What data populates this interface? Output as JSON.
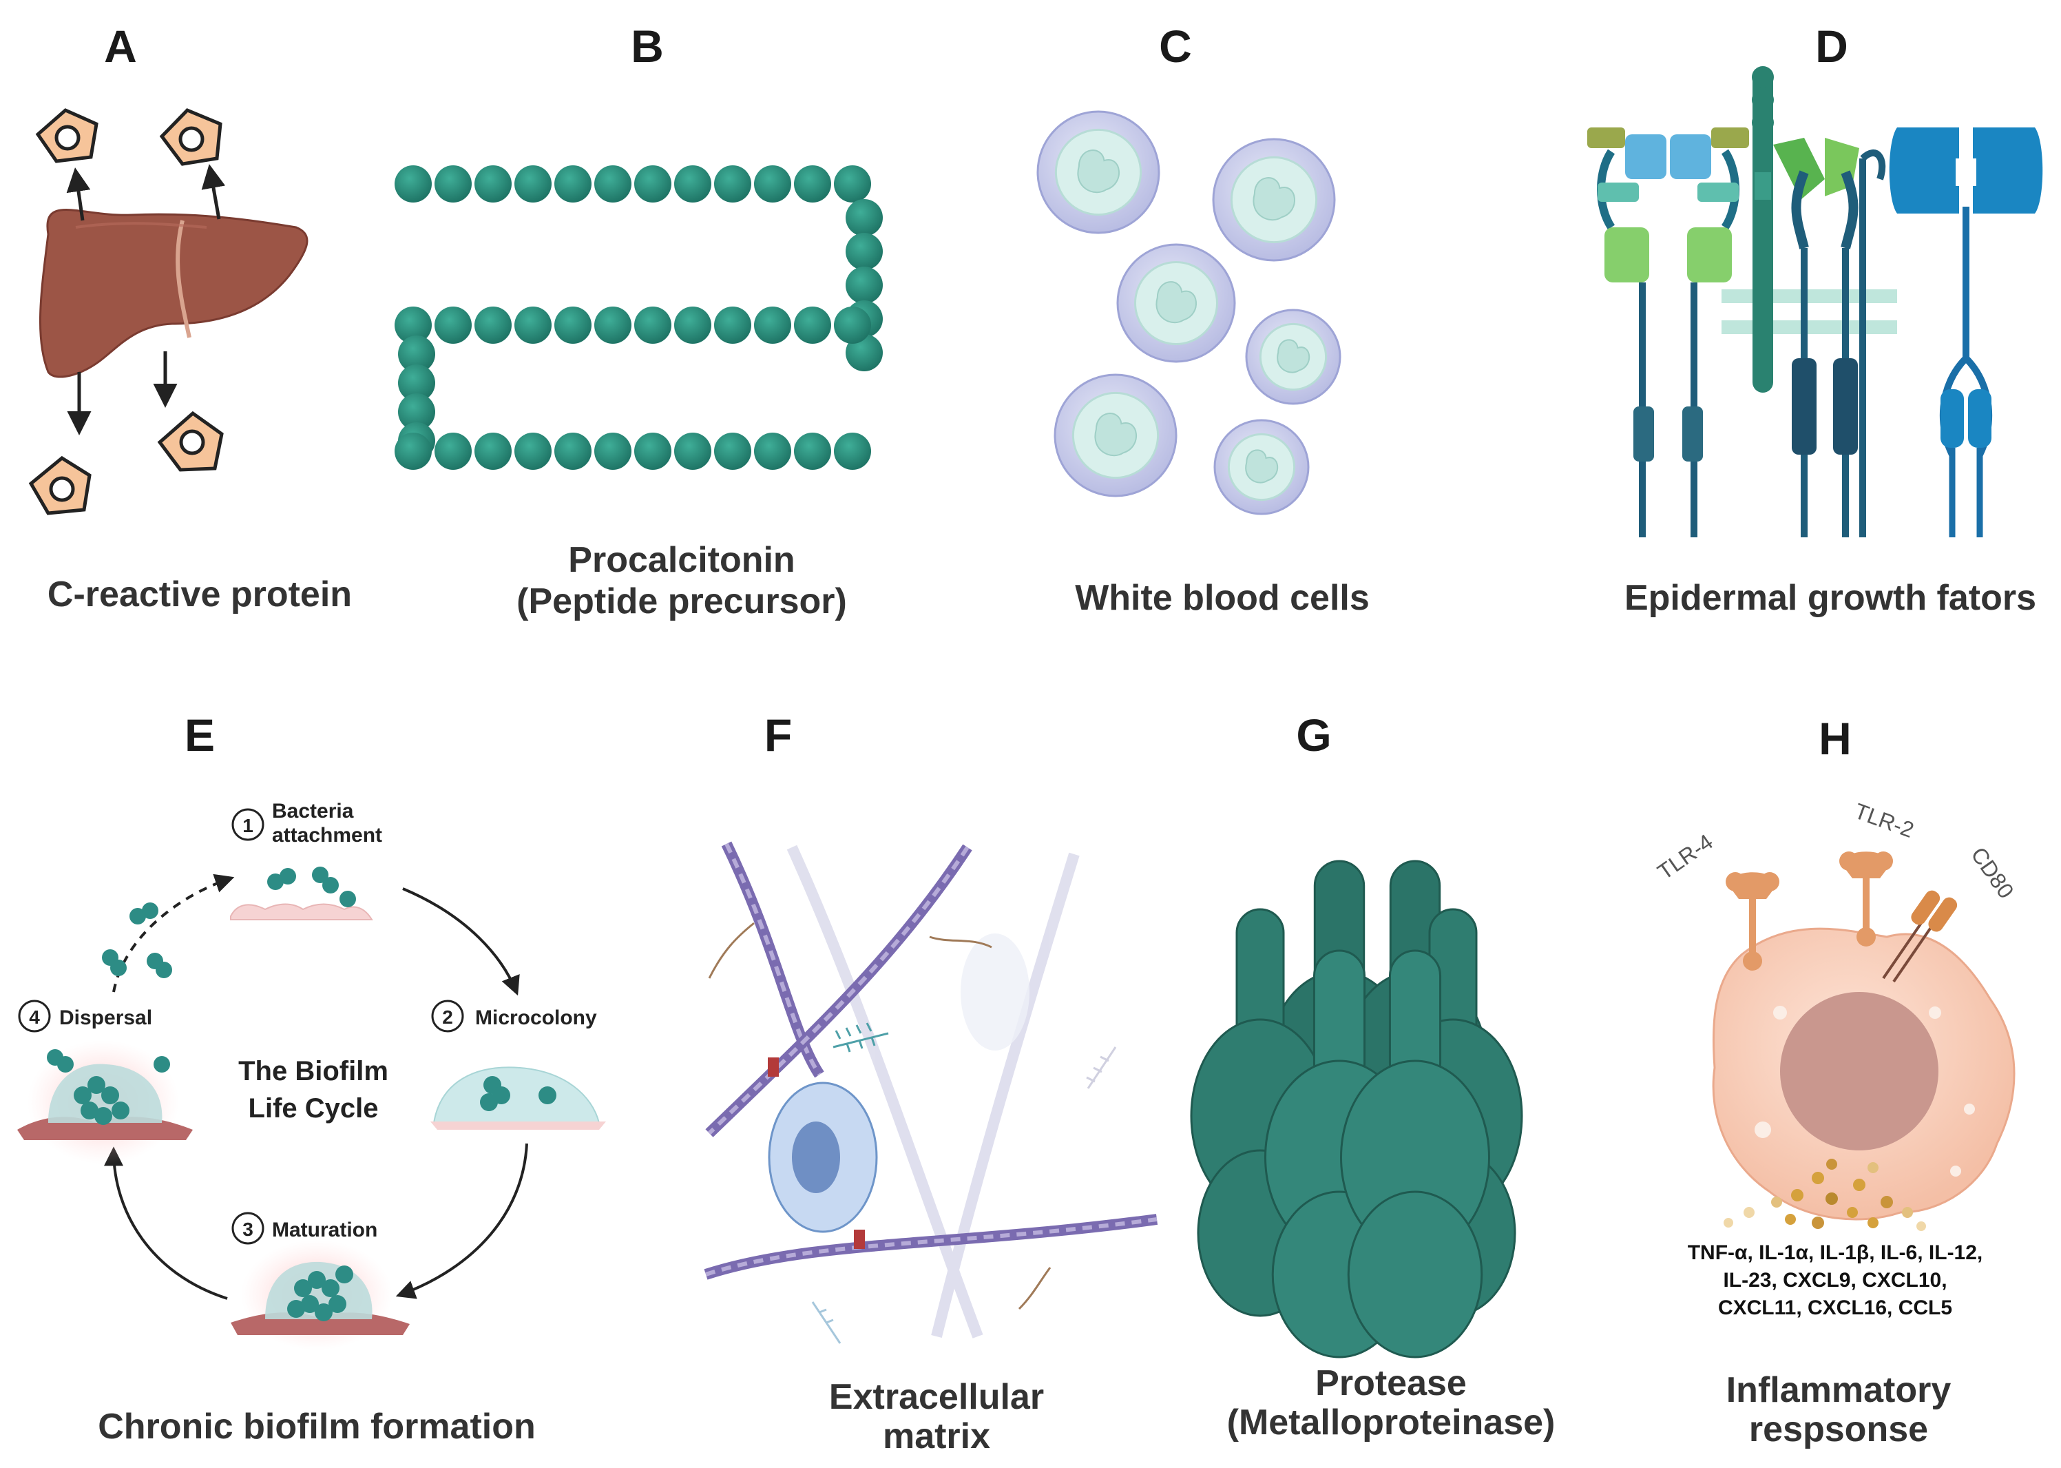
{
  "panels": {
    "A": {
      "letter": "A",
      "caption": "C-reactive protein"
    },
    "B": {
      "letter": "B",
      "caption_line1": "Procalcitonin",
      "caption_line2": "(Peptide precursor)"
    },
    "C": {
      "letter": "C",
      "caption": "White blood cells"
    },
    "D": {
      "letter": "D",
      "caption": "Epidermal growth fators"
    },
    "E": {
      "letter": "E",
      "caption": "Chronic biofilm formation",
      "cycle_title_line1": "The Biofilm",
      "cycle_title_line2": "Life Cycle",
      "steps": [
        {
          "num": "1",
          "label_line1": "Bacteria",
          "label_line2": "attachment"
        },
        {
          "num": "2",
          "label": "Microcolony"
        },
        {
          "num": "3",
          "label": "Maturation"
        },
        {
          "num": "4",
          "label": "Dispersal"
        }
      ]
    },
    "F": {
      "letter": "F",
      "caption_line1": "Extracellular",
      "caption_line2": "matrix"
    },
    "G": {
      "letter": "G",
      "caption_line1": "Protease",
      "caption_line2": "(Metalloproteinase)"
    },
    "H": {
      "letter": "H",
      "caption_line1": "Inflammatory",
      "caption_line2": "respsonse",
      "receptors": {
        "tlr4": "TLR-4",
        "tlr2": "TLR-2",
        "cd80": "CD80"
      },
      "cytokines_line1": "TNF-α, IL-1α, IL-1β, IL-6, IL-12,",
      "cytokines_line2": "IL-23, CXCL9, CXCL10,",
      "cytokines_line3": "CXCL11, CXCL16, CCL5"
    }
  },
  "colors": {
    "liver": "#a0584a",
    "crp_fill": "#f6c49a",
    "crp_stroke": "#c98550",
    "peptide": "#2a8c7a",
    "wbc_outer": "#c9cdea",
    "wbc_inner": "#d9f0ec",
    "receptor_dark": "#1f5d7a",
    "receptor_blue": "#1a86c2",
    "receptor_green": "#7cc86a",
    "protease": "#2e7a6e",
    "macrophage": "#f8cfbc",
    "cytokine": "#d5a13c"
  }
}
